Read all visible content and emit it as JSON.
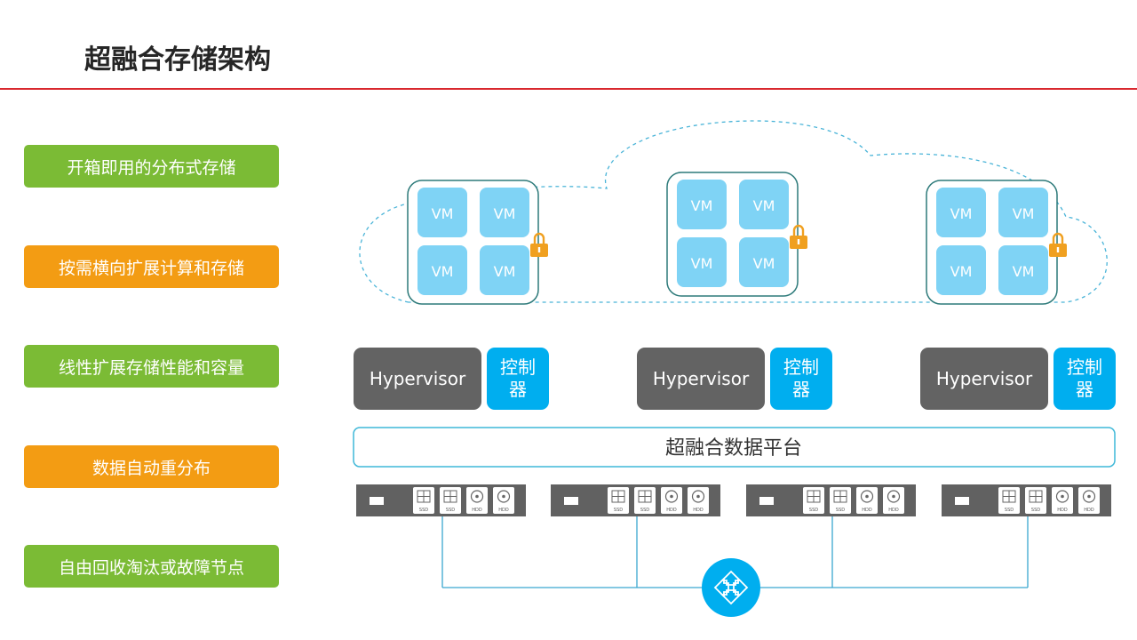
{
  "page": {
    "title": "超融合存储架构"
  },
  "features": [
    {
      "label": "开箱即用的分布式存储",
      "color": "#7bbb35"
    },
    {
      "label": "按需横向扩展计算和存储",
      "color": "#f39c13"
    },
    {
      "label": "线性扩展存储性能和容量",
      "color": "#7bbb35"
    },
    {
      "label": "数据自动重分布",
      "color": "#f39c13"
    },
    {
      "label": "自由回收淘汰或故障节点",
      "color": "#7bbb35"
    }
  ],
  "vm_label": "VM",
  "hypervisor_label": "Hypervisor",
  "controller_label": [
    "控制",
    "器"
  ],
  "platform_label": "超融合数据平台",
  "disk_labels": [
    "SSD",
    "SSD",
    "HDD",
    "HDD"
  ],
  "colors": {
    "accent_red": "#d9282e",
    "green": "#7bbb35",
    "orange": "#f39c13",
    "vm_blue": "#7fd3f5",
    "controller_blue": "#00aeef",
    "hypervisor_gray": "#636363",
    "teal_border": "#2d7a7a",
    "lock": "#f0a020"
  }
}
